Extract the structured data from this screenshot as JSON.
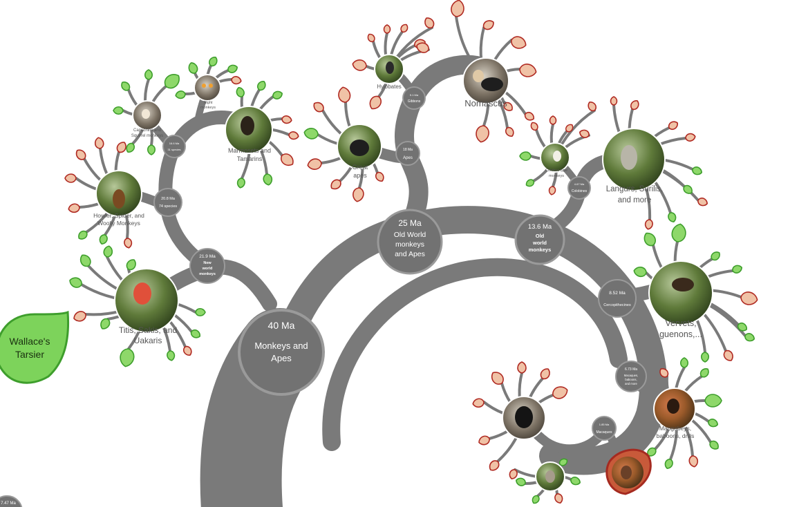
{
  "colors": {
    "branch": "#7a7a7a",
    "node_fill": "#727272",
    "node_stroke": "#999999",
    "leaf_green": "#8ed86a",
    "leaf_green_stroke": "#3e9e2c",
    "leaf_red": "#f0c2a6",
    "leaf_red_stroke": "#b02a22",
    "label_gray": "#555555"
  },
  "featured_leaf": {
    "label_line1": "Wallace's",
    "label_line2": "Tarsier"
  },
  "nodes": {
    "monkeys_apes": {
      "date": "40 Ma",
      "name_line1": "Monkeys and",
      "name_line2": "Apes"
    },
    "old_world_apes": {
      "date": "25 Ma",
      "name_line1": "Old World",
      "name_line2": "monkeys",
      "name_line3": "and Apes"
    },
    "old_world_monkeys": {
      "date": "13.6 Ma",
      "name_line1": "Old",
      "name_line2": "world",
      "name_line3": "monkeys"
    },
    "new_world": {
      "date": "21.9 Ma",
      "name_line1": "New",
      "name_line2": "world",
      "name_line3": "monkeys"
    },
    "species74": {
      "date": "20.8 Ma",
      "name": "74 species"
    },
    "species31": {
      "date": "16.6 Ma",
      "name": "31 species"
    },
    "apes": {
      "date": "18 Ma",
      "name": "Apes"
    },
    "gibbons": {
      "date": "5.1 Ma",
      "name": "Gibbons"
    },
    "colobines": {
      "date": "4.67 Ma",
      "name": "Colobines"
    },
    "cercopithecines": {
      "date": "8.52 Ma",
      "name": "Cercopithecines"
    },
    "mangabey_node": {
      "date": "6.73 Ma",
      "name_line1": "Macaques,",
      "name_line2": "baboons,",
      "name_line3": "and more"
    },
    "macaques": {
      "date": "1.85 Ma",
      "name": "Macaques"
    },
    "bottom_left": {
      "date": "7.47 Ma"
    }
  },
  "groups": {
    "titis": {
      "line1": "Titis, Sakis, and",
      "line2": "Uakaris"
    },
    "howler": {
      "line1": "Howler, Spider, and",
      "line2": "Woolly Monkeys"
    },
    "capuchins": {
      "line1": "Capuchins and",
      "line2": "Squirrel monkeys"
    },
    "night": {
      "line1": "Night",
      "line2": "monkeys"
    },
    "marmosets": {
      "line1": "Marmosets and",
      "line2": "Tamarins"
    },
    "great_apes": {
      "line1": "Great",
      "line2": "apes"
    },
    "hylobates": {
      "line1": "Hylobates"
    },
    "nomascus": {
      "line1": "Nomascus"
    },
    "colobus": {
      "line1": "Colobus type",
      "line2": "monkeys"
    },
    "langurs": {
      "line1": "Langurs, Surilis,",
      "line2": "and more"
    },
    "vervets": {
      "line1": "Vervets,",
      "line2": "guenons,..."
    },
    "mangabeys": {
      "line1": "Mangabeys,",
      "line2": "baboons, drills"
    }
  }
}
